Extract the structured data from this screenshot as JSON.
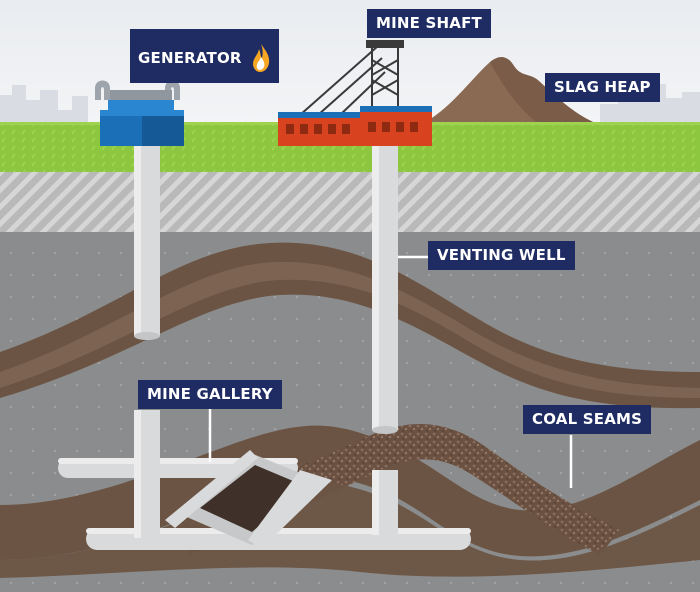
{
  "labels": {
    "mine_shaft": "MINE SHAFT",
    "generator": "GENERATOR",
    "slag_heap": "SLAG HEAP",
    "venting_well": "VENTING WELL",
    "mine_gallery": "MINE GALLERY",
    "coal_seams": "COAL SEAMS"
  },
  "colors": {
    "label_bg": "#1f2c63",
    "sky": "#eef1f4",
    "grass": "#8dc63f",
    "ground": "#8a8a8a",
    "seam": "#6b5443",
    "pipe": "#d9dadb",
    "building_blue": "#1b6fb6",
    "building_red": "#d8421f"
  }
}
